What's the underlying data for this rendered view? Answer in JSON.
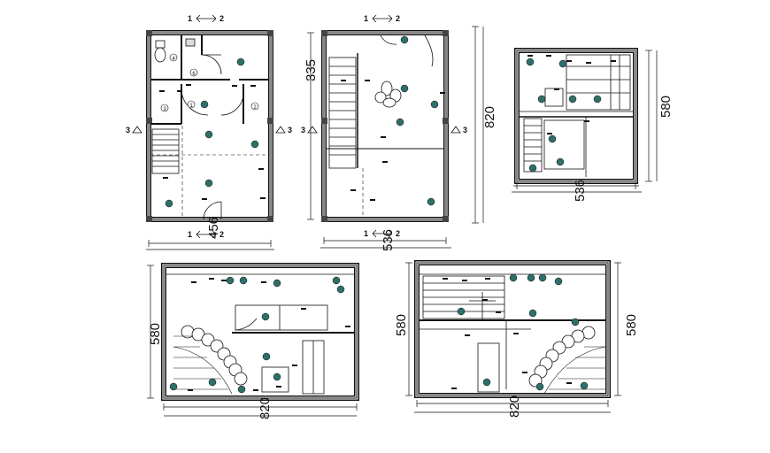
{
  "dimensions": {
    "plan1_width": "456",
    "plan2_width": "536",
    "plan2_height": "335",
    "plan2_total_height": "820",
    "plan3_width": "536",
    "plan3_height": "580",
    "elev1_height": "580",
    "elev1_width": "820",
    "elev2_height_left": "580",
    "elev2_height_right": "580",
    "elev2_width": "820"
  },
  "section_marks": {
    "one": "1",
    "two": "2",
    "three": "3"
  },
  "room_tags": {
    "r4": "4",
    "r6": "6",
    "r1": "1",
    "r2": "2",
    "r3": "3"
  },
  "colors": {
    "line": "#111111",
    "wall_fill": "#d9d9d9",
    "fixture": "#2f6f6a",
    "background": "#ffffff"
  }
}
